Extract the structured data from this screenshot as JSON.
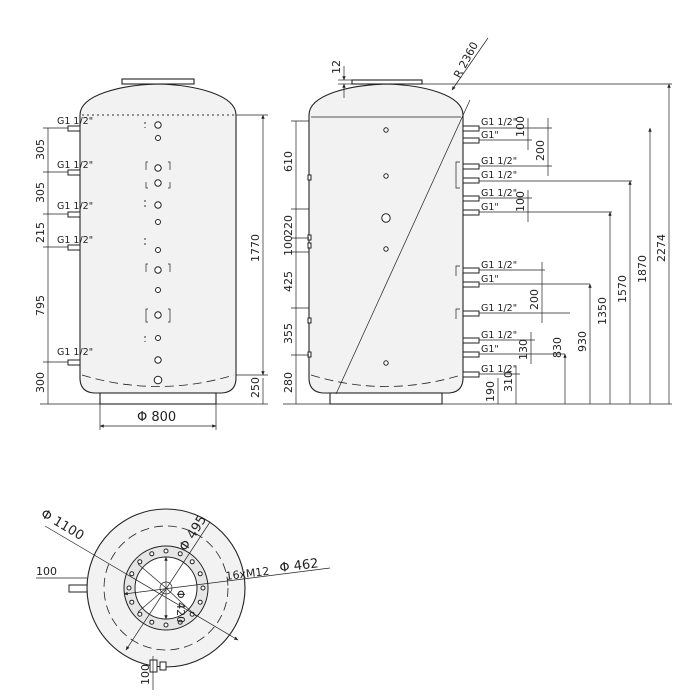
{
  "front": {
    "labels": [
      "G1 1/2\"",
      "G1 1/2\"",
      "G1 1/2\"",
      "G1 1/2\"",
      "G1 1/2\""
    ],
    "dims": [
      "305",
      "305",
      "215",
      "795",
      "300",
      "1770",
      "250"
    ],
    "diameter": "Φ 800"
  },
  "side": {
    "top_dim": "12",
    "radius": "R 2360",
    "left_dims": [
      "610",
      "220",
      "100",
      "425",
      "355",
      "280"
    ],
    "right_labels": [
      "G1 1/2\"",
      "G1\"",
      "G1 1/2\"",
      "G1 1/2\"",
      "G1 1/2\"",
      "G1\"",
      "G1 1/2\"",
      "G1\"",
      "G1 1/2\"",
      "G1 1/2\"",
      "G1\"",
      "G1 1/2\""
    ],
    "small_dims": [
      "100",
      "200",
      "100",
      "200",
      "130",
      "310",
      "190"
    ],
    "height_dims": [
      "830",
      "930",
      "1350",
      "1570",
      "1870",
      "2274"
    ]
  },
  "top": {
    "outer": "Φ 1100",
    "inner": "Φ 495",
    "bolt": "16xM12",
    "pcd": "Φ 462",
    "flange": "Φ 420",
    "offset_left": "100",
    "offset_bottom": "100"
  }
}
